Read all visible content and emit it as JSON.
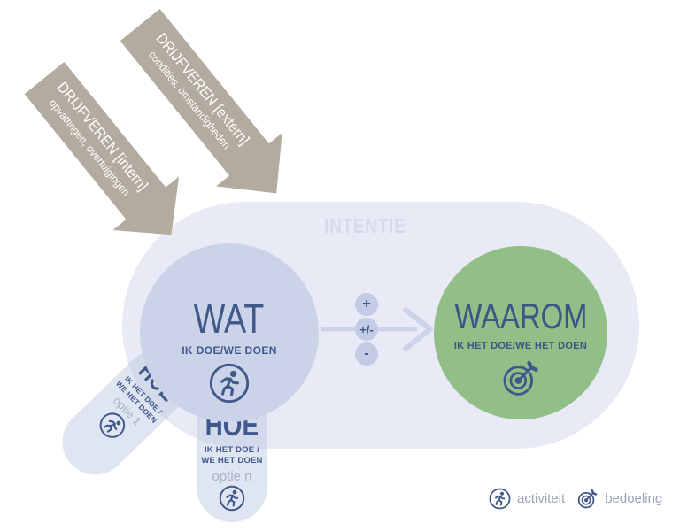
{
  "colors": {
    "navy_text": "#41598a",
    "green_circle": "#92bf88",
    "lavender_circle": "#cbd3e9",
    "pill_background": "#e8ebf5",
    "taupe_arrow": "#b3aba0",
    "muted_gray_text": "#9aa3b7"
  },
  "drivers": {
    "extern": {
      "title": "DRIJFVEREN [extern]",
      "subtitle": "condities, omstandigheden"
    },
    "intern": {
      "title": "DRIJFVEREN [intern]",
      "subtitle": "opvattingen, overtuigingen"
    }
  },
  "intention": {
    "label": "INTENTIE"
  },
  "wat": {
    "title": "WAT",
    "subtitle": "IK DOE/WE DOEN",
    "icon": "runner-icon"
  },
  "waarom": {
    "title": "WAAROM",
    "subtitle": "IK HET DOE/WE HET DOEN",
    "icon": "target-dart-icon"
  },
  "connector": {
    "plus": "+",
    "plus_minus": "+/-",
    "minus": "-"
  },
  "hoe_option_1": {
    "title": "HOE",
    "subtitle_line1": "IK HET DOE /",
    "subtitle_line2": "WE HET DOEN",
    "option": "optie 1",
    "icon": "runner-icon"
  },
  "hoe_option_n": {
    "title": "HOE",
    "subtitle_line1": "IK HET DOE /",
    "subtitle_line2": "WE HET DOEN",
    "option": "optie n",
    "icon": "runner-icon"
  },
  "legend": {
    "activity_label": "activiteit",
    "purpose_label": "bedoeling"
  }
}
